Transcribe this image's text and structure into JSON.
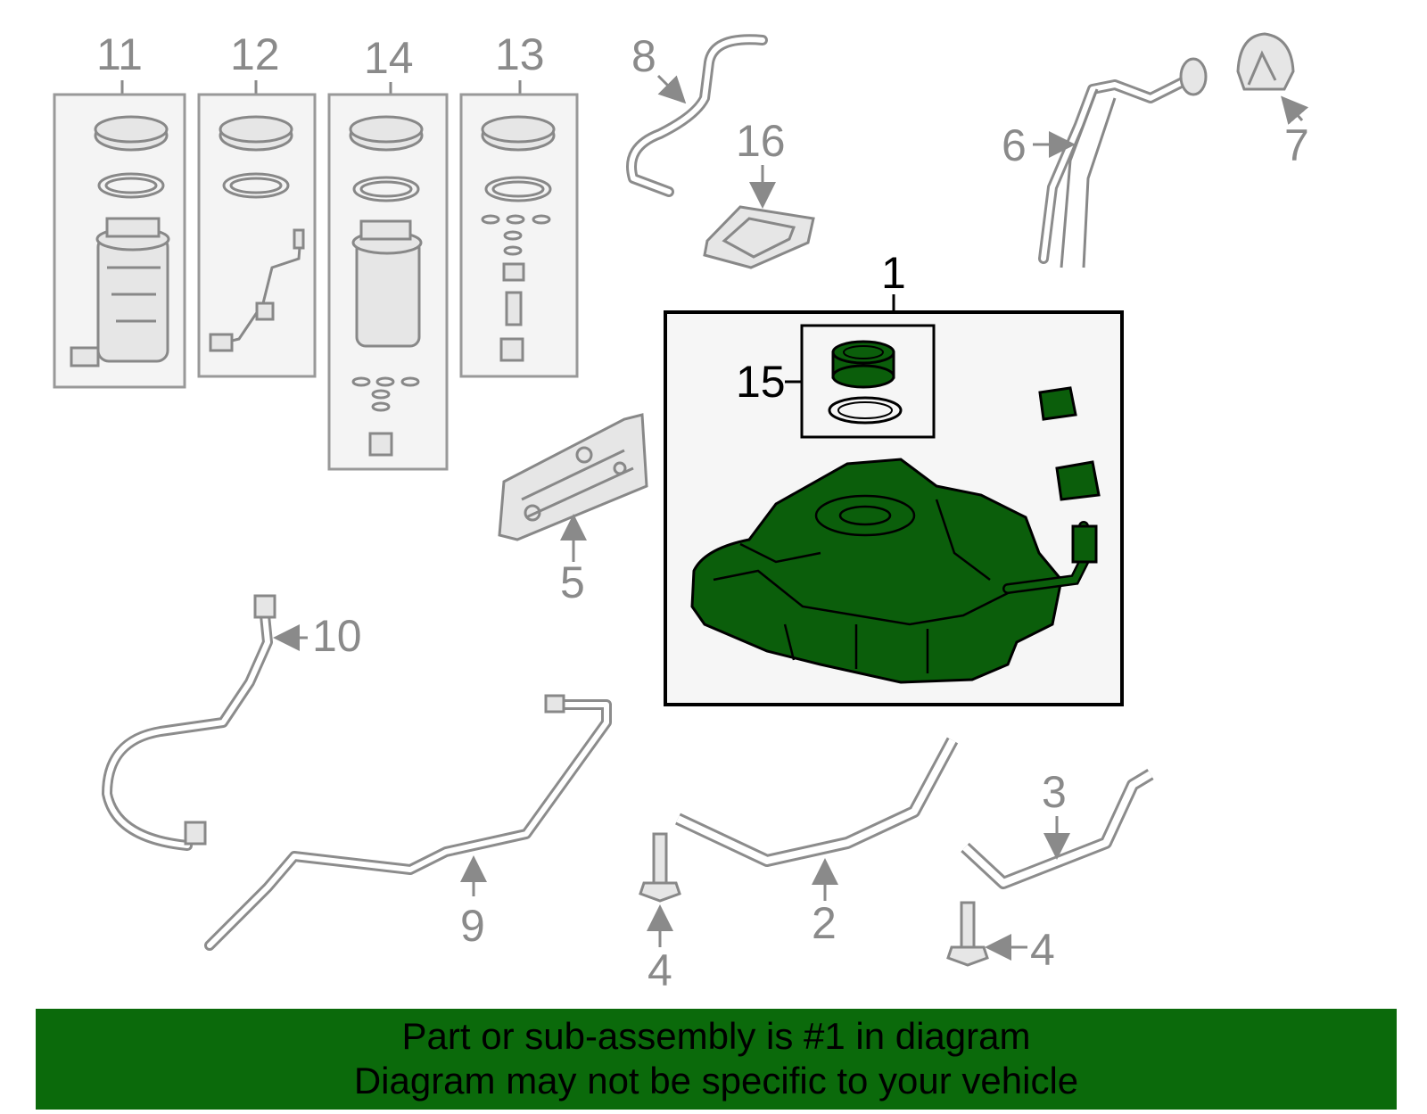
{
  "callouts": {
    "c1": "1",
    "c2": "2",
    "c3": "3",
    "c4a": "4",
    "c4b": "4",
    "c5": "5",
    "c6": "6",
    "c7": "7",
    "c8": "8",
    "c9": "9",
    "c10": "10",
    "c11": "11",
    "c12": "12",
    "c13": "13",
    "c14": "14",
    "c15": "15",
    "c16": "16"
  },
  "banner": {
    "line1": "Part or sub-assembly is #1 in diagram",
    "line2": "Diagram may not be specific to your vehicle"
  },
  "colors": {
    "highlight": "#0b5e0b",
    "banner": "#0b6a0b",
    "callout_gray": "#8a8a8a"
  }
}
